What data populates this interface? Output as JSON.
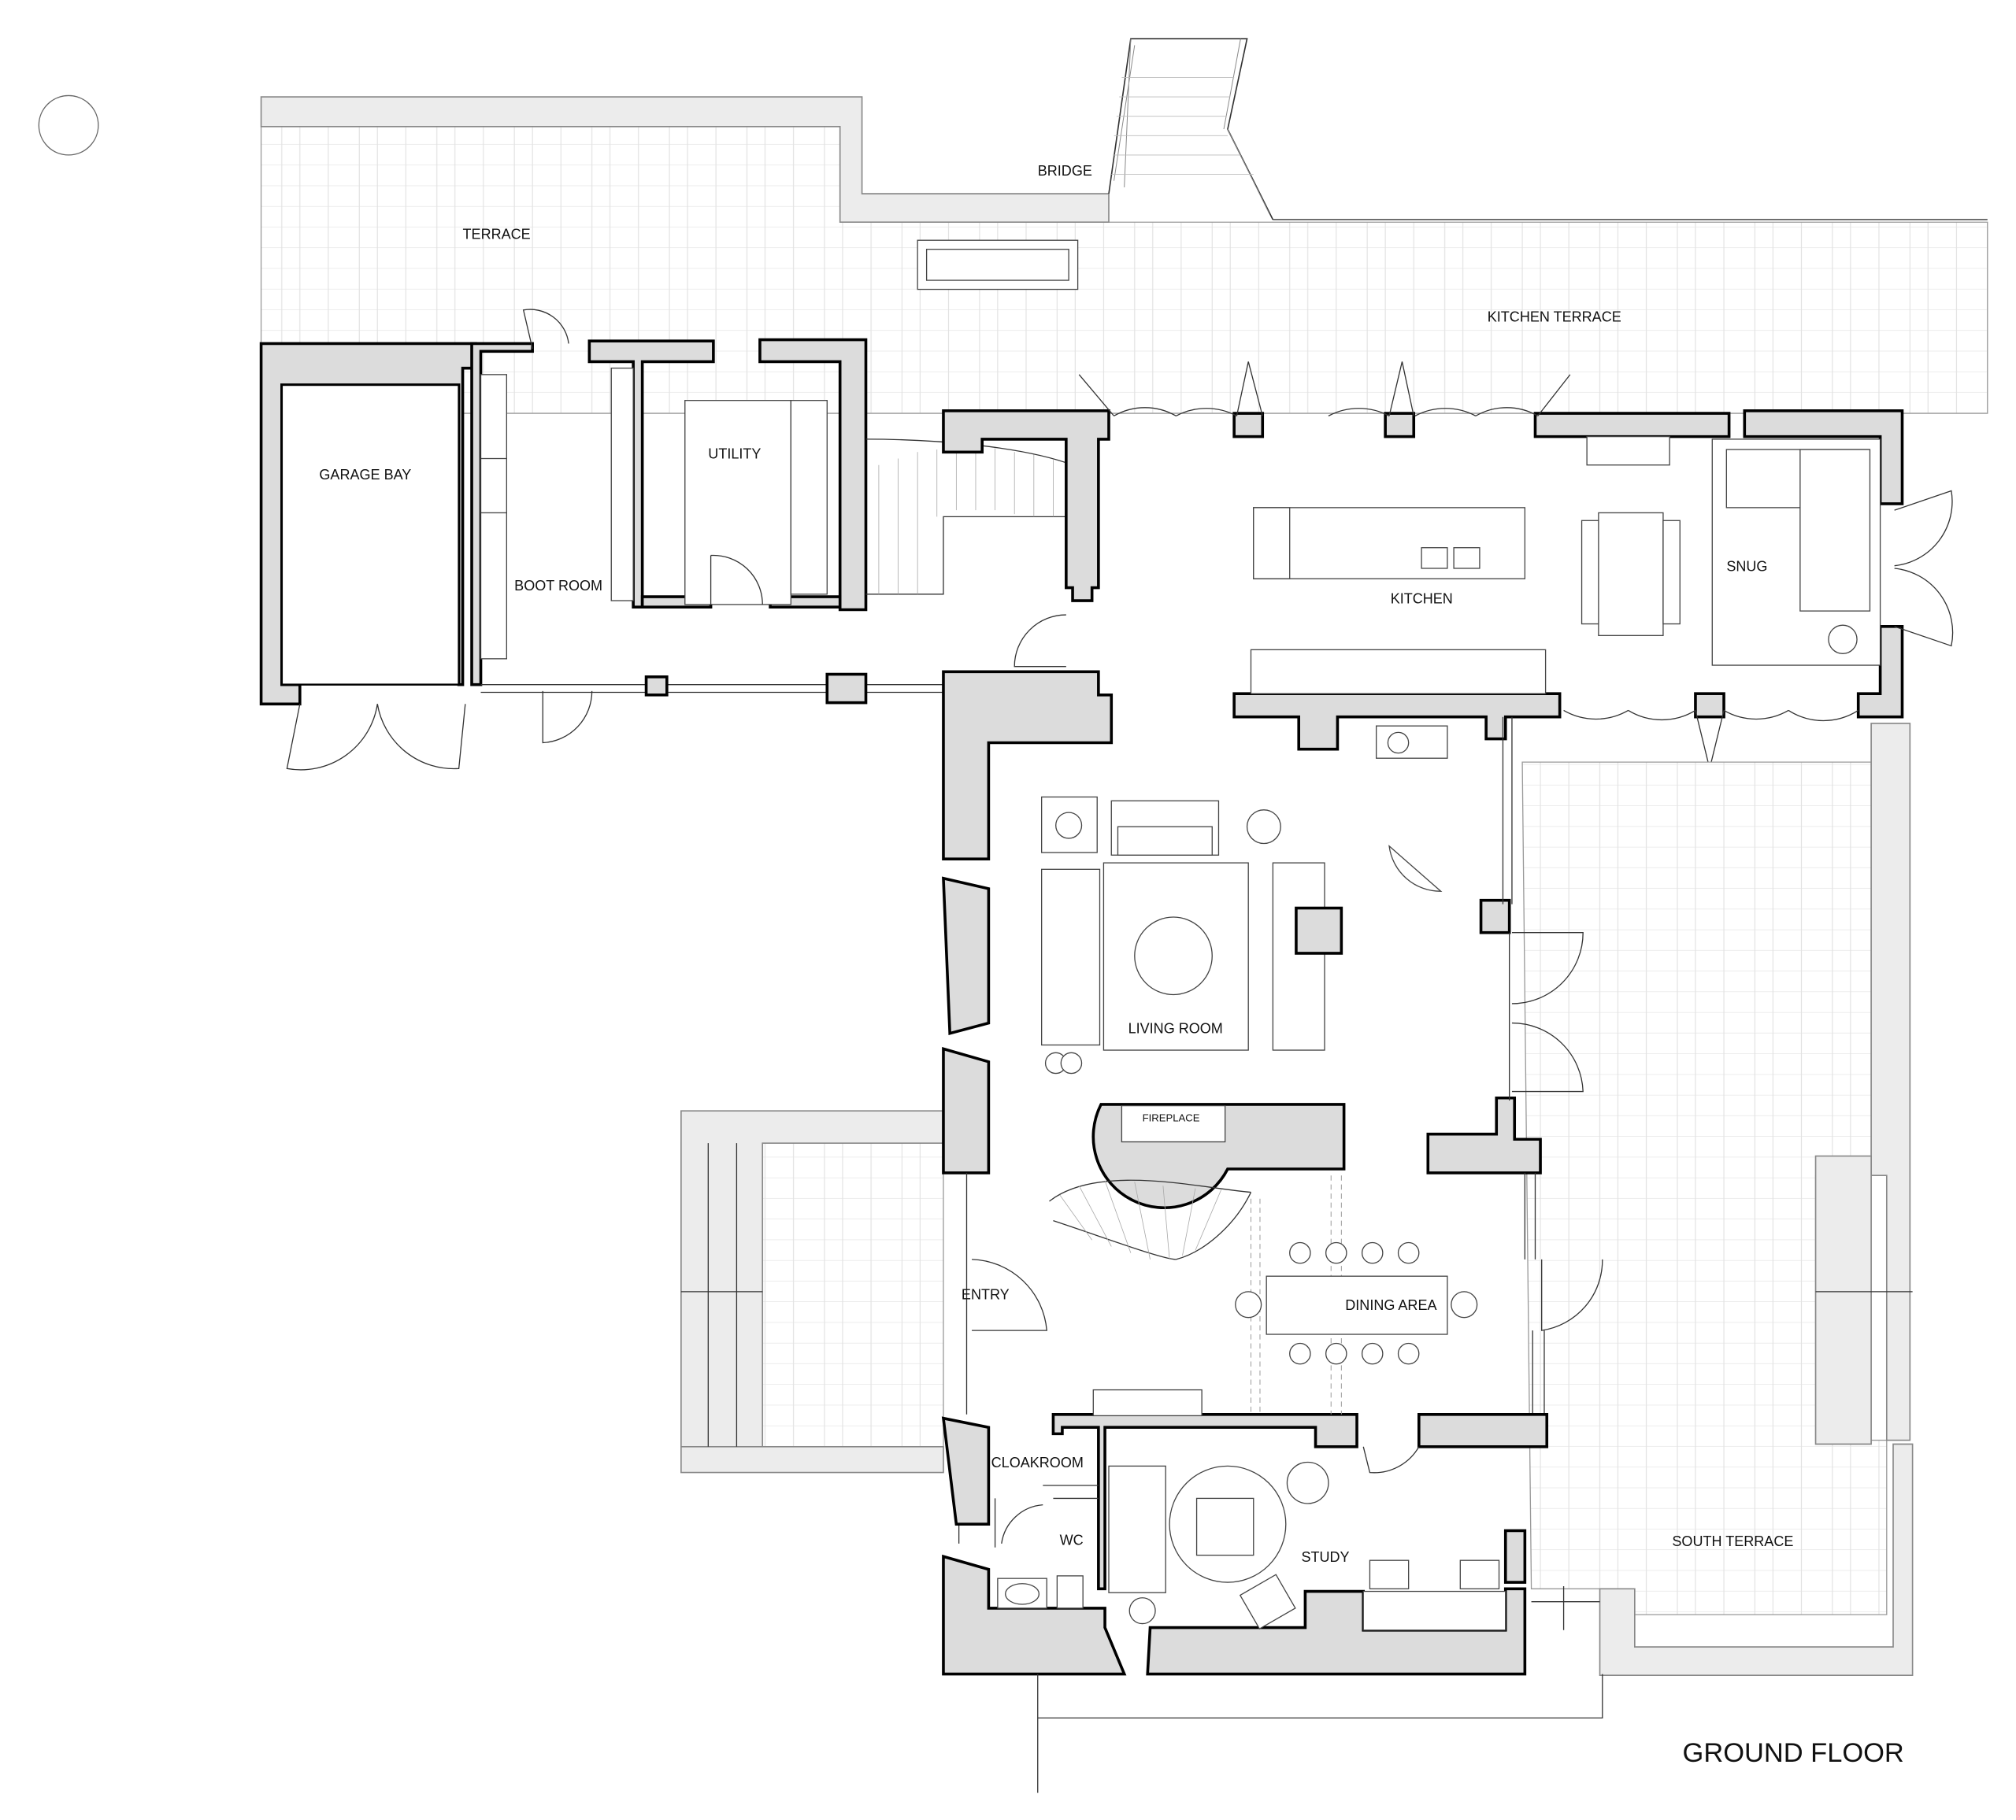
{
  "drawing": {
    "title": "GROUND FLOOR",
    "colors": {
      "wall_fill": "#dcdcdc",
      "line": "#000000",
      "paving": "#e6e6e6"
    },
    "rooms": {
      "terrace": "TERRACE",
      "bridge": "BRIDGE",
      "kitchen_terrace": "KITCHEN TERRACE",
      "garage_bay": "GARAGE BAY",
      "boot_room": "BOOT ROOM",
      "utility": "UTILITY",
      "kitchen": "KITCHEN",
      "snug": "SNUG",
      "living_room": "LIVING ROOM",
      "fireplace": "FIREPLACE",
      "entry": "ENTRY",
      "dining_area": "DINING AREA",
      "cloakroom": "CLOAKROOM",
      "wc": "WC",
      "study": "STUDY",
      "south_terrace": "SOUTH TERRACE"
    }
  }
}
